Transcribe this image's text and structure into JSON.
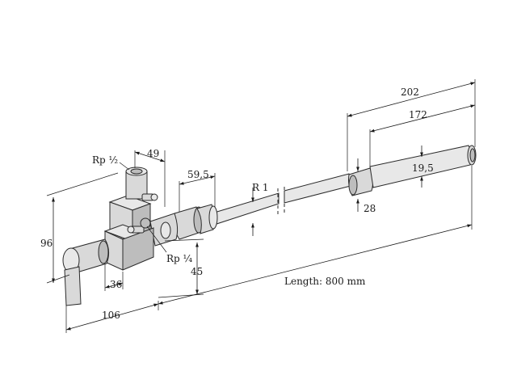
{
  "dimensions": {
    "rp_half": "Rp ½",
    "d49": "49",
    "d59_5": "59,5",
    "r1": "R 1",
    "d96": "96",
    "rp_quarter": "Rp ¼",
    "d45": "45",
    "d36": "36",
    "d106": "106",
    "length": "Length: 800 mm",
    "d202": "202",
    "d172": "172",
    "d19_5": "19,5",
    "d28": "28"
  },
  "colors": {
    "metal": "#d9d9d9",
    "metal_light": "#e8e8e8",
    "metal_dark": "#bdbdbd",
    "line": "#2a2a2a",
    "background": "#ffffff"
  }
}
